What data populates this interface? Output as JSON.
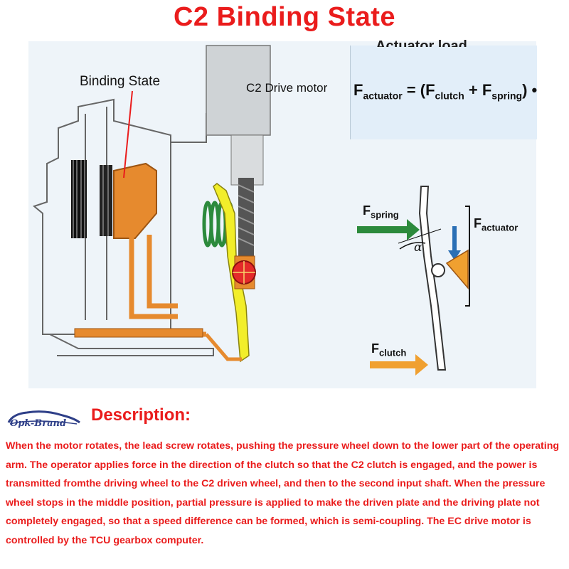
{
  "title": "C2 Binding State",
  "labels": {
    "binding_state": "Binding State",
    "drive_motor": "C2 Drive motor",
    "alpha": "α"
  },
  "formula": {
    "header": "Actuator load",
    "lhs": "F",
    "lhs_sub": "actuator",
    "eq_open": " = (F",
    "clutch_sub": "clutch",
    "plus": " + F",
    "spring_sub": "spring",
    "close": ") •"
  },
  "forces": {
    "spring": {
      "f": "F",
      "sub": "spring"
    },
    "actuator": {
      "f": "F",
      "sub": "actuator"
    },
    "clutch": {
      "f": "F",
      "sub": "clutch"
    }
  },
  "colors": {
    "title_red": "#ea1c1c",
    "spring_green": "#2c8a3c",
    "clutch_orange": "#f0a030",
    "lever_yellow": "#f2ee2a",
    "actuator_blue": "#2a6fb5",
    "part_orange": "#e68a2e"
  },
  "brand": {
    "logo_text": "Opk-Brand",
    "icon": "car-logo-icon"
  },
  "description": {
    "heading": "Description:",
    "body": "When the motor rotates, the lead screw rotates, pushing the pressure wheel down to the lower part of the operating arm. The operator applies force in the direction of the clutch so that the C2 clutch is engaged, and the power is transmitted fromthe driving wheel to the C2 driven wheel, and then to the second input shaft. When the pressure wheel stops in the middle position, partial pressure is applied to make the driven plate and the driving plate not completely engaged, so that a speed difference can be formed, which is semi-coupling. The EC drive motor is controlled by the TCU gearbox computer."
  }
}
